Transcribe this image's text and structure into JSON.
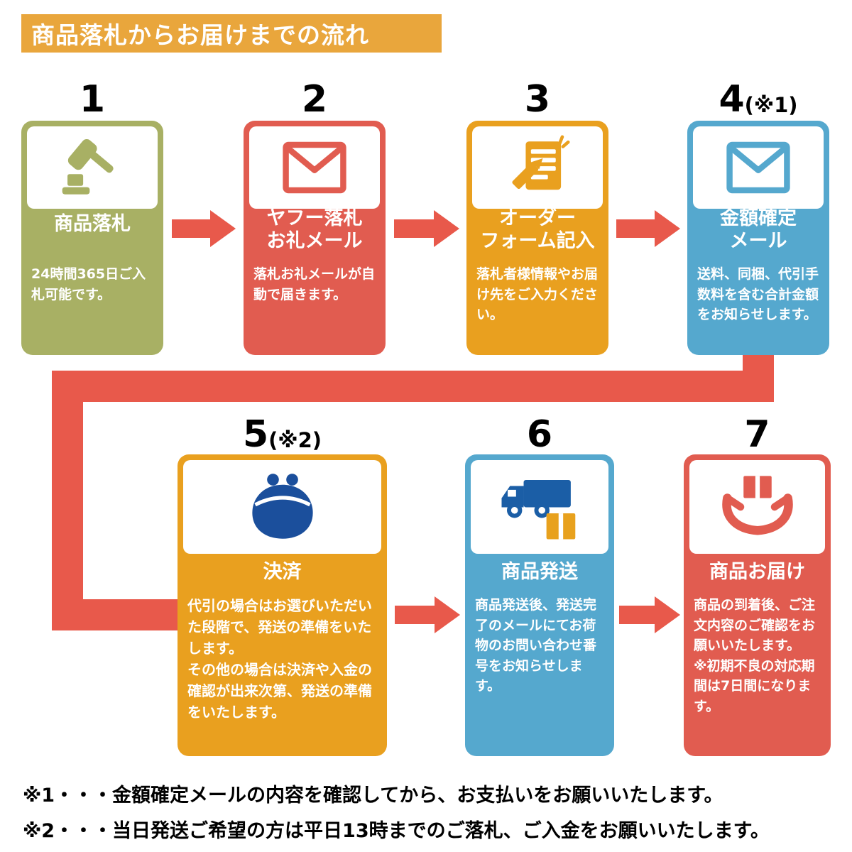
{
  "header": {
    "title": "商品落札からお届けまでの流れ"
  },
  "steps": [
    {
      "number": "1",
      "number_suffix": "",
      "icon": "gavel-icon",
      "title": "商品落札",
      "description": "24時間365日ご入札可能です。",
      "color": "#A8B064"
    },
    {
      "number": "2",
      "number_suffix": "",
      "icon": "mail-icon",
      "title": "ヤフー落札\nお礼メール",
      "description": "落札お礼メールが自動で届きます。",
      "color": "#E15C50"
    },
    {
      "number": "3",
      "number_suffix": "",
      "icon": "order-form-icon",
      "title": "オーダー\nフォーム記入",
      "description": "落札者様情報やお届け先をご入力ください。",
      "color": "#E9A01F"
    },
    {
      "number": "4",
      "number_suffix": "(※1)",
      "icon": "mail-icon",
      "title": "金額確定\nメール",
      "description": "送料、同梱、代引手数料を含む合計金額をお知らせします。",
      "color": "#55A8CE"
    },
    {
      "number": "5",
      "number_suffix": "(※2)",
      "icon": "purse-icon",
      "title": "決済",
      "description": "代引の場合はお選びいただいた段階で、発送の準備をいたします。\nその他の場合は決済や入金の確認が出来次第、発送の準備をいたします。",
      "color": "#E9A01F"
    },
    {
      "number": "6",
      "number_suffix": "",
      "icon": "truck-icon",
      "title": "商品発送",
      "description": "商品発送後、発送完了のメールにてお荷物のお問い合わせ番号をお知らせします。",
      "color": "#55A8CE"
    },
    {
      "number": "7",
      "number_suffix": "",
      "icon": "hands-package-icon",
      "title": "商品お届け",
      "description": "商品の到着後、ご注文内容のご確認をお願いいたします。\n※初期不良の対応期間は7日間になります。",
      "color": "#E15C50"
    }
  ],
  "footnotes": [
    "※1・・・金額確定メールの内容を確認してから、お支払いをお願いいたします。",
    "※2・・・当日発送ご希望の方は平日13時までのご落札、ご入金をお願いいたします。"
  ],
  "colors": {
    "header_bg": "#E9A63C",
    "step_olive": "#A8B064",
    "step_red": "#E15C50",
    "step_orange": "#E9A01F",
    "step_blue": "#55A8CE",
    "arrow": "#E8594B",
    "purse_icon_blue": "#1B4F9C",
    "truck_icon_blue": "#1B5EA6",
    "box_icon_orange": "#E8A11D",
    "text_on_card": "#FFFFFF",
    "number_text": "#000000"
  }
}
